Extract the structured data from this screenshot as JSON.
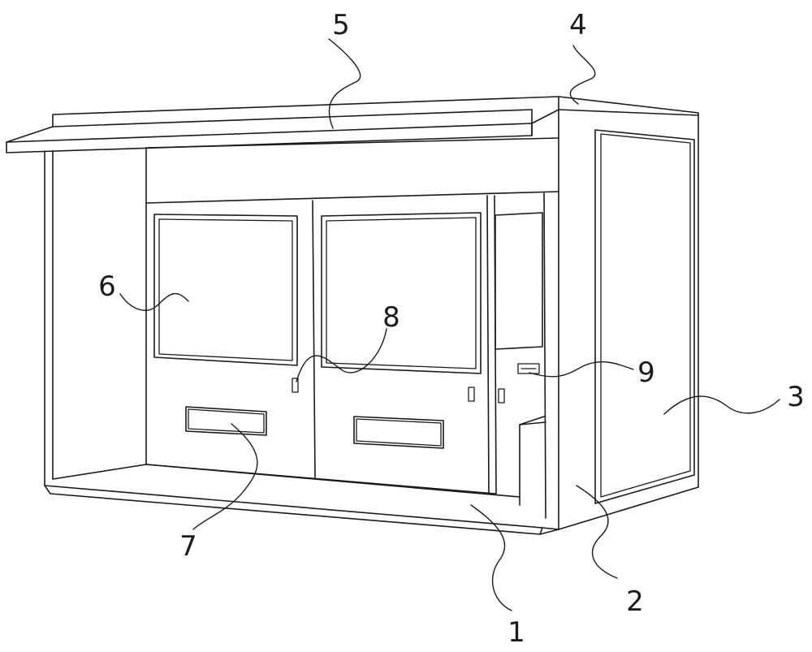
{
  "figure": {
    "labels": {
      "l1": "1",
      "l2": "2",
      "l3": "3",
      "l4": "4",
      "l5": "5",
      "l6": "6",
      "l7": "7",
      "l8": "8",
      "l9": "9"
    }
  }
}
